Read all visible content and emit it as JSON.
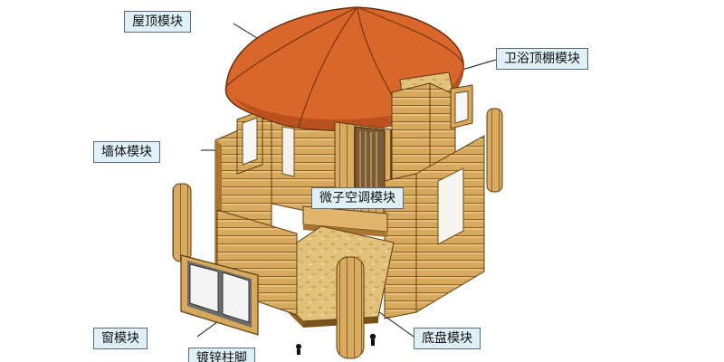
{
  "labels": {
    "roof": "屋顶模块",
    "bath_ceiling": "卫浴顶棚模块",
    "wall": "墙体模块",
    "micro_ac": "微子空调模块",
    "window": "窗模块",
    "chassis": "底盘模块",
    "leg": "镀锌柱脚"
  },
  "colors": {
    "roof": "#d9662a",
    "roof_dark": "#b8511d",
    "wood": "#d7a95c",
    "wood_light": "#e8c683",
    "wood_dark": "#a8762f",
    "osb": "#e2c27a",
    "label_bg": "#dff0f8",
    "line": "#111111"
  }
}
